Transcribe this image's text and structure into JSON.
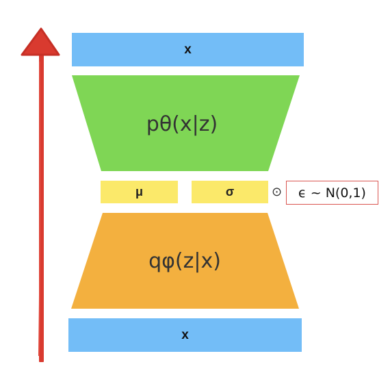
{
  "diagram": {
    "top_input": {
      "label": "x"
    },
    "decoder": {
      "label": "pθ(x|z)"
    },
    "latent": {
      "mu_label": "μ",
      "sigma_label": "σ",
      "operator_symbol": "⊙",
      "noise_label": "ϵ ~ N(0,1)"
    },
    "encoder": {
      "label": "qφ(z|x)"
    },
    "bottom_input": {
      "label": "x"
    }
  },
  "colors": {
    "input_blue": "#73bdf7",
    "decoder_green": "#7fd655",
    "encoder_orange": "#f3b03f",
    "latent_yellow": "#fbe96a",
    "arrow_red": "#d93a2f"
  },
  "icons": {
    "flow_arrow": "upward-arrow-icon"
  }
}
